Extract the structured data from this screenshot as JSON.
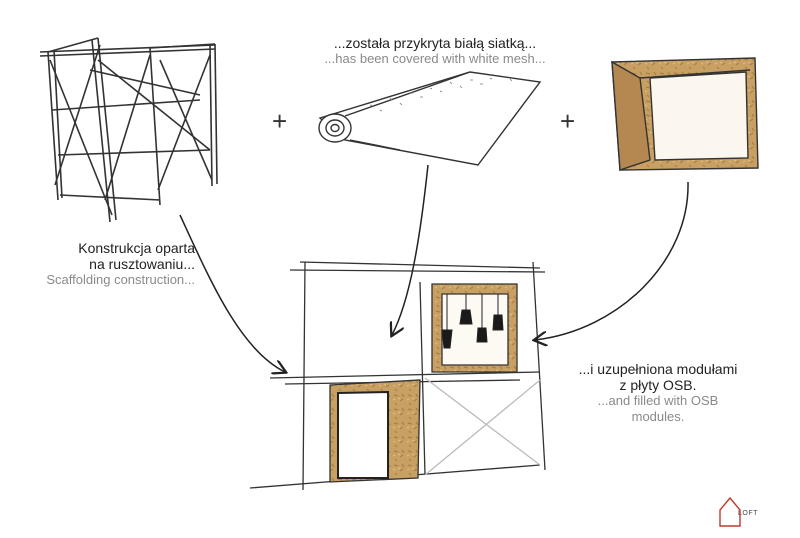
{
  "captions": {
    "mesh": {
      "pl": "...została przykryta białą siatką...",
      "en": "...has been covered with white mesh..."
    },
    "scaffold": {
      "pl_line1": "Konstrukcja oparta",
      "pl_line2": "na rusztowaniu...",
      "en": "Scaffolding construction..."
    },
    "osb": {
      "pl_line1": "...i uzupełniona modułami",
      "pl_line2": "z płyty OSB.",
      "en_line1": "...and filled with OSB",
      "en_line2": "modules."
    }
  },
  "operators": {
    "plus": "+"
  },
  "logo": {
    "text": "LOFT"
  },
  "icons": [
    "scaffold-sketch",
    "mesh-roll-sketch",
    "osb-cube-sketch",
    "assembly-sketch",
    "house-outline-icon"
  ],
  "colors": {
    "osb": "#c9a064",
    "osb_dark": "#a87f45",
    "ink": "#222222",
    "lamp": "#1a1a1a"
  }
}
